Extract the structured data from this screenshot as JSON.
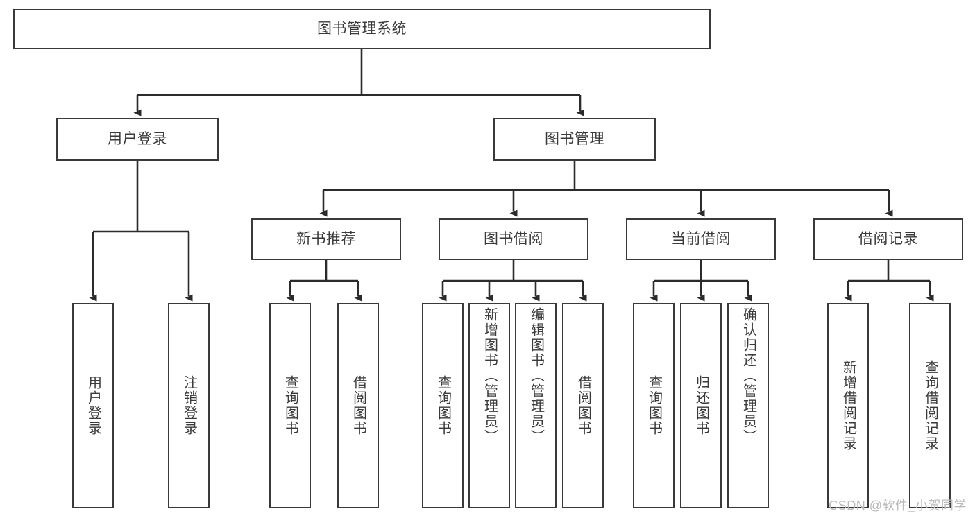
{
  "diagram": {
    "title": "图书管理系统",
    "type": "tree",
    "watermark": "CSDN @软件_小贺同学",
    "colors": {
      "box_border": "#3a3a3a",
      "box_fill": "#ffffff",
      "connector": "#2b2b2b",
      "text": "#3a3a3a",
      "watermark": "#b9b9b9",
      "background": "#ffffff"
    },
    "root": {
      "label": "图书管理系统"
    },
    "level2": [
      {
        "label": "用户登录"
      },
      {
        "label": "图书管理"
      }
    ],
    "level3": [
      {
        "label": "新书推荐"
      },
      {
        "label": "图书借阅"
      },
      {
        "label": "当前借阅"
      },
      {
        "label": "借阅记录"
      }
    ],
    "leaves": {
      "user_login": [
        {
          "label": "用户登录"
        },
        {
          "label": "注销登录"
        }
      ],
      "new_book_recommend": [
        {
          "label": "查询图书"
        },
        {
          "label": "借阅图书"
        }
      ],
      "book_borrow": [
        {
          "label": "查询图书"
        },
        {
          "label": "新增图书（管理员）"
        },
        {
          "label": "编辑图书（管理员）"
        },
        {
          "label": "借阅图书"
        }
      ],
      "current_borrow": [
        {
          "label": "查询图书"
        },
        {
          "label": "归还图书"
        },
        {
          "label": "确认归还（管理员）"
        }
      ],
      "borrow_record": [
        {
          "label": "新增借阅记录"
        },
        {
          "label": "查询借阅记录"
        }
      ]
    }
  }
}
